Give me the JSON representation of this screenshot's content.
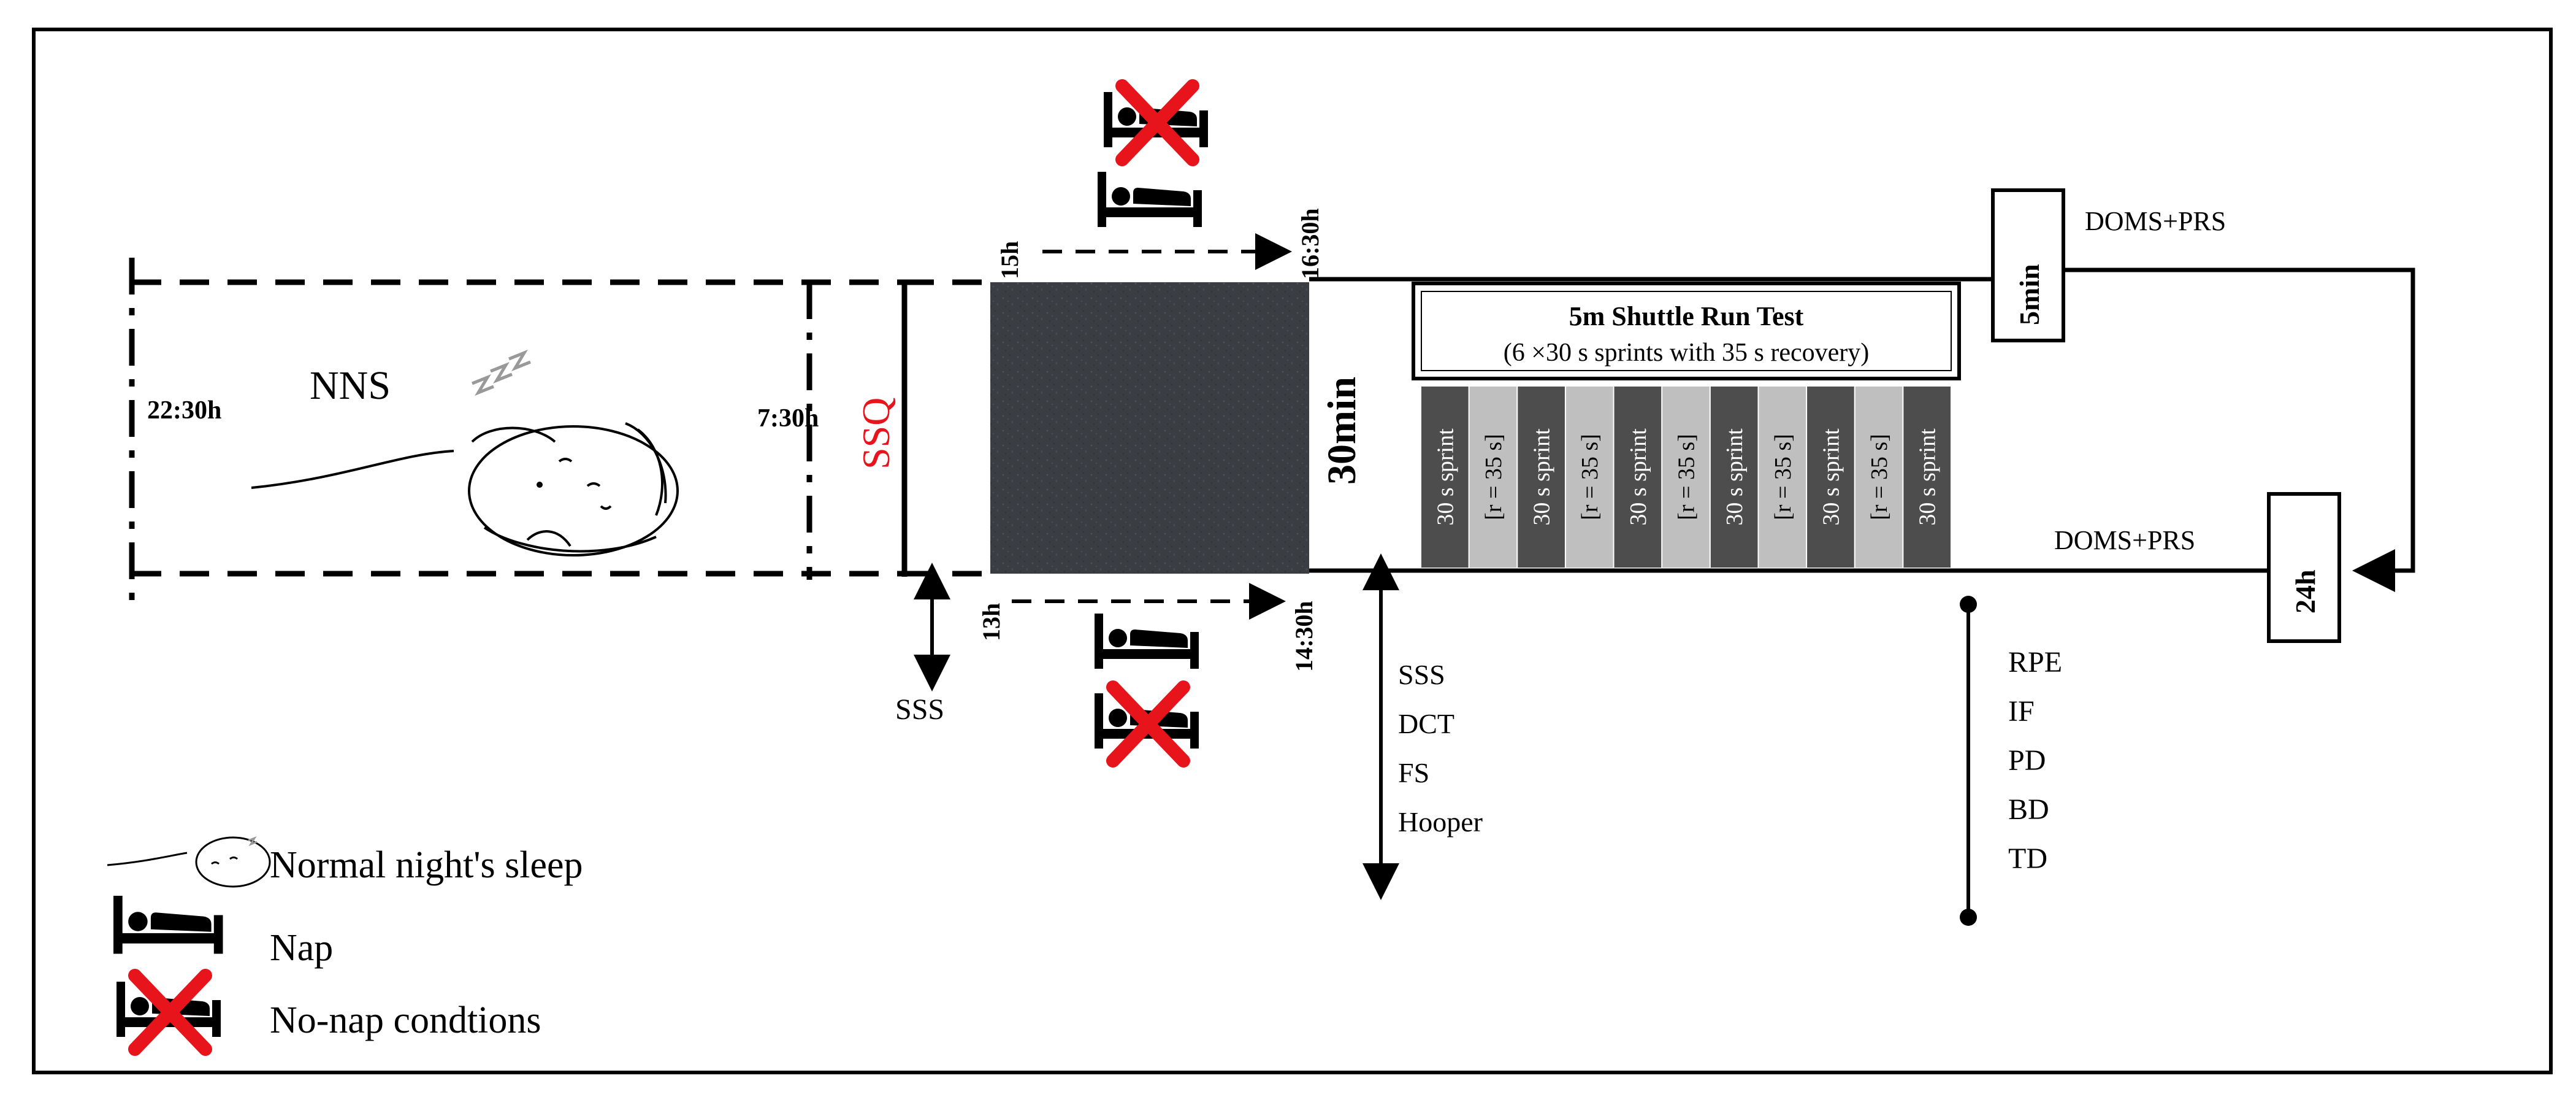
{
  "times": {
    "t2230": "22:30h",
    "t0730": "7:30h",
    "t15": "15h",
    "t1630": "16:30h",
    "t13": "13h",
    "t1430": "14:30h"
  },
  "labels": {
    "nns": "NNS",
    "ssq": "SSQ",
    "sss": "SSS",
    "thirty_min": "30min",
    "five_min": "5min",
    "twenty_four_h": "24h",
    "doms_prs_top": "DOMS+PRS",
    "doms_prs_bottom": "DOMS+PRS"
  },
  "test": {
    "title": "5m Shuttle Run Test",
    "subtitle": "(6 ×30 s sprints with 35 s recovery)"
  },
  "stages": [
    {
      "label": "30 s sprint",
      "type": "sprint"
    },
    {
      "label": "[r = 35 s]",
      "type": "recovery"
    },
    {
      "label": "30 s sprint",
      "type": "sprint"
    },
    {
      "label": "[r = 35 s]",
      "type": "recovery"
    },
    {
      "label": "30 s sprint",
      "type": "sprint"
    },
    {
      "label": "[r = 35 s]",
      "type": "recovery"
    },
    {
      "label": "30 s sprint",
      "type": "sprint"
    },
    {
      "label": "[r = 35 s]",
      "type": "recovery"
    },
    {
      "label": "30 s sprint",
      "type": "sprint"
    },
    {
      "label": "[r = 35 s]",
      "type": "recovery"
    },
    {
      "label": "30 s sprint",
      "type": "sprint"
    }
  ],
  "pre_measures": [
    "SSS",
    "DCT",
    "FS",
    "Hooper"
  ],
  "post_measures": [
    "RPE",
    "IF",
    "PD",
    "BD",
    "TD"
  ],
  "legend": [
    {
      "icon": "sleeping-person-icon",
      "label": "Normal night's sleep"
    },
    {
      "icon": "bed-icon",
      "label": "Nap"
    },
    {
      "icon": "bed-crossed-icon",
      "label": "No-nap condtions"
    }
  ],
  "colors": {
    "sprint": "#4d4d4d",
    "recovery": "#bfbfbf",
    "nap_block": "#3a3d42",
    "cross": "#e8141b",
    "ssq": "#e8141b"
  }
}
